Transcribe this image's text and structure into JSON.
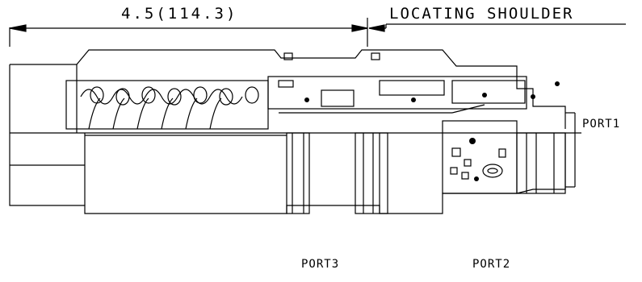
{
  "labels": {
    "dimension": "4.5(114.3)",
    "locating_shoulder": "LOCATING SHOULDER",
    "port1": "PORT1",
    "port2": "PORT2",
    "port3": "PORT3"
  },
  "colors": {
    "line": "#000000",
    "background": "#ffffff"
  }
}
